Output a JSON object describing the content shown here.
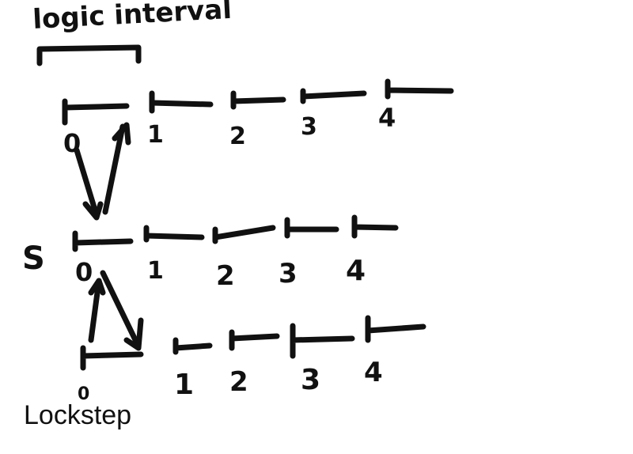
{
  "title": "logic interval",
  "caption": "Lockstep",
  "server_label": "S",
  "rows": [
    {
      "ticks": [
        "0",
        "1",
        "2",
        "3",
        "4"
      ]
    },
    {
      "ticks": [
        "0",
        "1",
        "2",
        "3",
        "4"
      ]
    },
    {
      "ticks": [
        "0",
        "1",
        "2",
        "3",
        "4"
      ]
    }
  ],
  "ink_color": "#111111"
}
